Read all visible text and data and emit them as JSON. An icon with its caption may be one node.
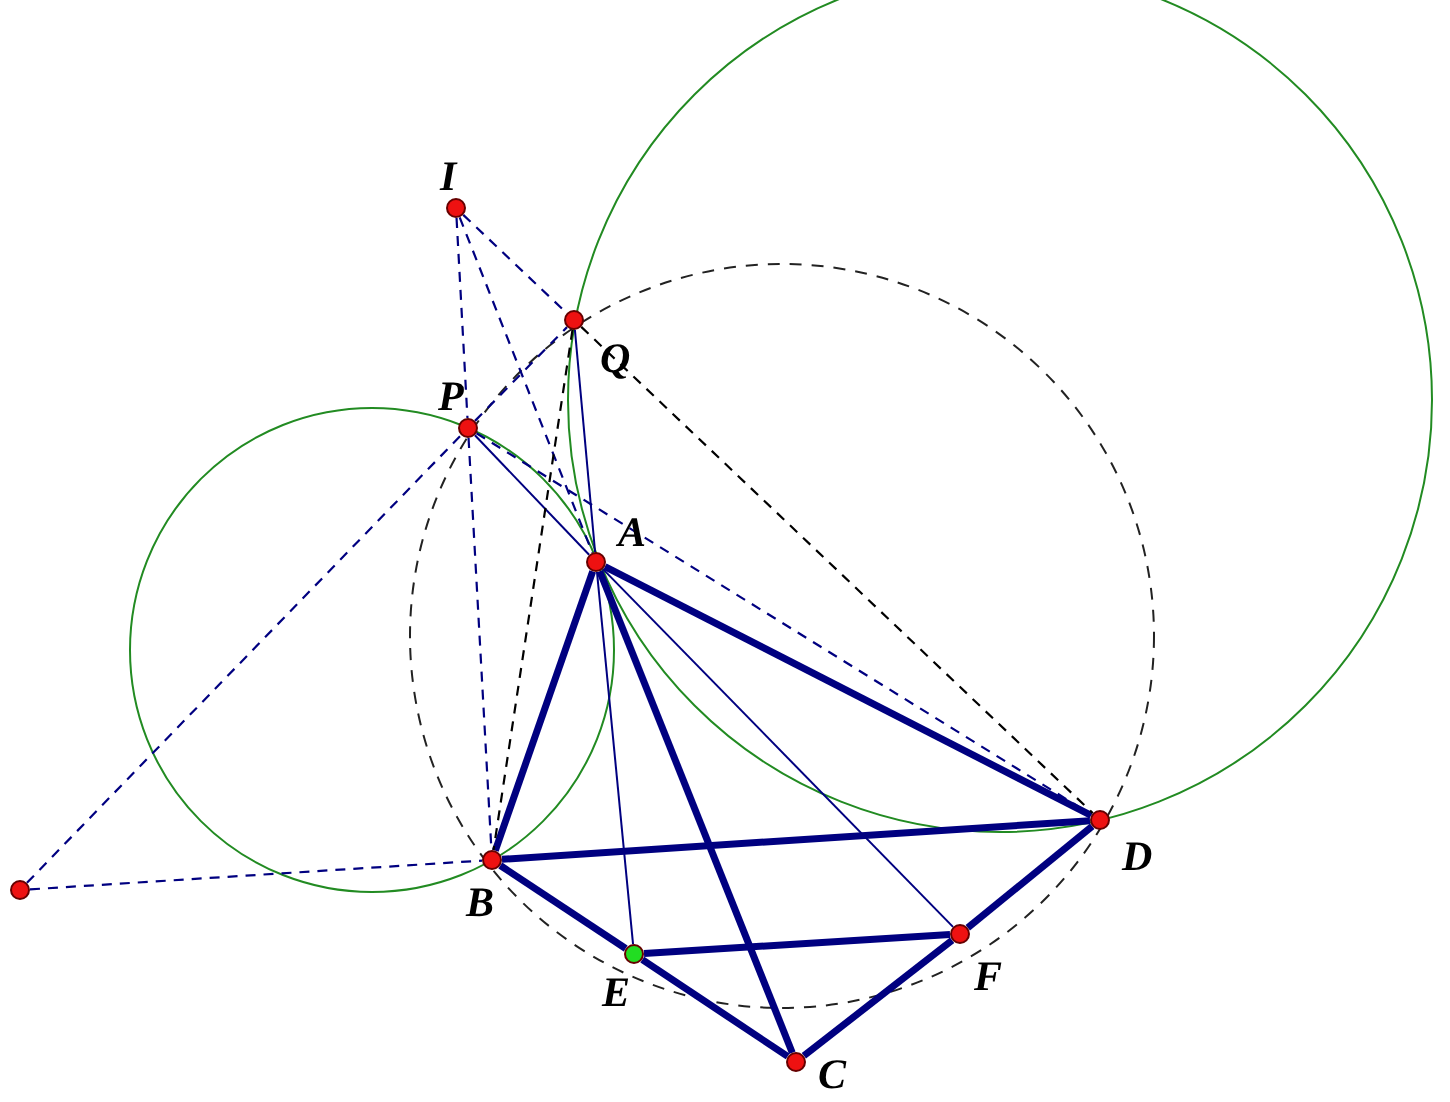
{
  "diagram": {
    "nodes": [
      {
        "text": [
          "I"
        ]
      },
      {
        "text": [
          "Q"
        ]
      },
      {
        "text": [
          "P"
        ]
      },
      {
        "text": [
          "A"
        ]
      },
      {
        "text": [],
        "shape": "circle"
      },
      {
        "text": [
          "B"
        ]
      },
      {
        "text": [
          "D"
        ]
      },
      {
        "text": [
          "E"
        ]
      },
      {
        "text": [
          "F"
        ]
      },
      {
        "text": [
          "C"
        ]
      }
    ],
    "edges": [
      {
        "from": 3,
        "to": 5,
        "arrow": "none",
        "style": "thick"
      },
      {
        "from": 3,
        "to": 6,
        "arrow": "none",
        "style": "thick"
      },
      {
        "from": 3,
        "to": 9,
        "arrow": "none",
        "style": "thick"
      },
      {
        "from": 5,
        "to": 6,
        "arrow": "none",
        "style": "thick"
      },
      {
        "from": 5,
        "to": 7,
        "arrow": "none",
        "style": "thick"
      },
      {
        "from": 7,
        "to": 9,
        "arrow": "none",
        "style": "thick"
      },
      {
        "from": 9,
        "to": 8,
        "arrow": "none",
        "style": "thick"
      },
      {
        "from": 8,
        "to": 6,
        "arrow": "none",
        "style": "thick"
      },
      {
        "from": 7,
        "to": 8,
        "arrow": "none",
        "style": "thick"
      },
      {
        "from": 1,
        "to": 3,
        "arrow": "none"
      },
      {
        "from": 3,
        "to": 7,
        "arrow": "none"
      },
      {
        "from": 2,
        "to": 3,
        "arrow": "none"
      },
      {
        "from": 3,
        "to": 8,
        "arrow": "none"
      },
      {
        "from": 0,
        "to": 1,
        "arrow": "none",
        "style": "dashed"
      },
      {
        "from": 0,
        "to": 2,
        "arrow": "none",
        "style": "dashed"
      },
      {
        "from": 2,
        "to": 5,
        "arrow": "none",
        "style": "dashed"
      },
      {
        "from": 0,
        "to": 3,
        "arrow": "none",
        "style": "dashed"
      },
      {
        "from": 4,
        "to": 2,
        "arrow": "none",
        "style": "dashed"
      },
      {
        "from": 2,
        "to": 1,
        "arrow": "none",
        "style": "dashed"
      },
      {
        "from": 4,
        "to": 5,
        "arrow": "none",
        "style": "dashed"
      },
      {
        "from": 2,
        "to": 6,
        "arrow": "none",
        "style": "dashed"
      },
      {
        "from": 1,
        "to": 5,
        "arrow": "none",
        "style": "dashed",
        "color": "#000000"
      },
      {
        "from": 1,
        "to": 6,
        "arrow": "none",
        "style": "dashed",
        "color": "#000000"
      }
    ]
  }
}
